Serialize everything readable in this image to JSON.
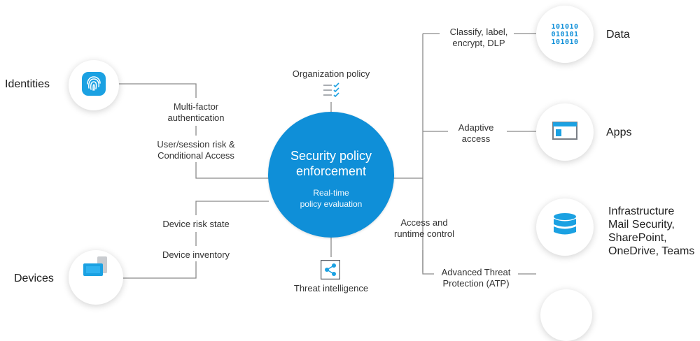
{
  "hub": {
    "title": "Security policy\nenforcement",
    "subtitle": "Real-time\npolicy evaluation"
  },
  "org_policy": {
    "label": "Organization policy"
  },
  "threat_intel": {
    "label": "Threat intelligence"
  },
  "left": {
    "identities": "Identities",
    "devices": "Devices",
    "mfa": "Multi-factor\nauthentication",
    "risk": "User/session risk &\nConditional Access",
    "device_risk": "Device risk state",
    "device_inventory": "Device inventory"
  },
  "right": {
    "data": "Data",
    "apps": "Apps",
    "infrastructure": "Infrastructure\nMail Security,\nSharePoint,\nOneDrive, Teams",
    "classify": "Classify, label,\nencrypt, DLP",
    "adaptive": "Adaptive\naccess",
    "access_runtime": "Access and\nruntime control",
    "atp": "Advanced Threat\nProtection (ATP)"
  },
  "icons": {
    "identities": "fingerprint-icon",
    "devices": "devices-icon",
    "data": "binary-data-icon",
    "apps": "app-window-icon",
    "infrastructure": "database-icon",
    "org_policy": "checklist-icon",
    "threat_intel": "share-network-icon",
    "binary_rows": [
      "101010",
      "010101",
      "101010"
    ]
  },
  "colors": {
    "accent": "#0f8fd8",
    "line": "#8a8a8a"
  }
}
